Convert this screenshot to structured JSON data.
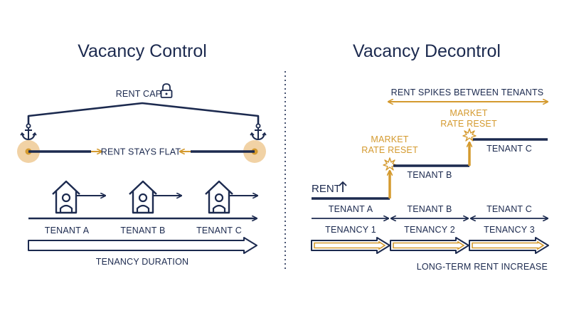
{
  "colors": {
    "navy": "#1c2a4f",
    "gold": "#d49a2f",
    "gold_light": "#f1d2a5"
  },
  "left": {
    "title": "Vacancy Control",
    "rent_cap_label": "RENT CAP",
    "rent_stays_flat_label": "RENT STAYS FLAT",
    "tenants": [
      "TENANT A",
      "TENANT B",
      "TENANT C"
    ],
    "tenancy_duration_label": "TENANCY DURATION"
  },
  "right": {
    "title": "Vacancy Decontrol",
    "rent_spikes_label": "RENT SPIKES BETWEEN TENANTS",
    "market_reset_line1": "MARKET",
    "market_reset_line2": "RATE RESET",
    "rent_label": "RENT",
    "step_tenants": [
      "TENANT A",
      "TENANT B",
      "TENANT C"
    ],
    "row_tenants": [
      "TENANT A",
      "TENANT B",
      "TENANT C"
    ],
    "tenancies": [
      "TENANCY 1",
      "TENANCY 2",
      "TENANCY 3"
    ],
    "long_term_label": "LONG-TERM RENT INCREASE"
  }
}
